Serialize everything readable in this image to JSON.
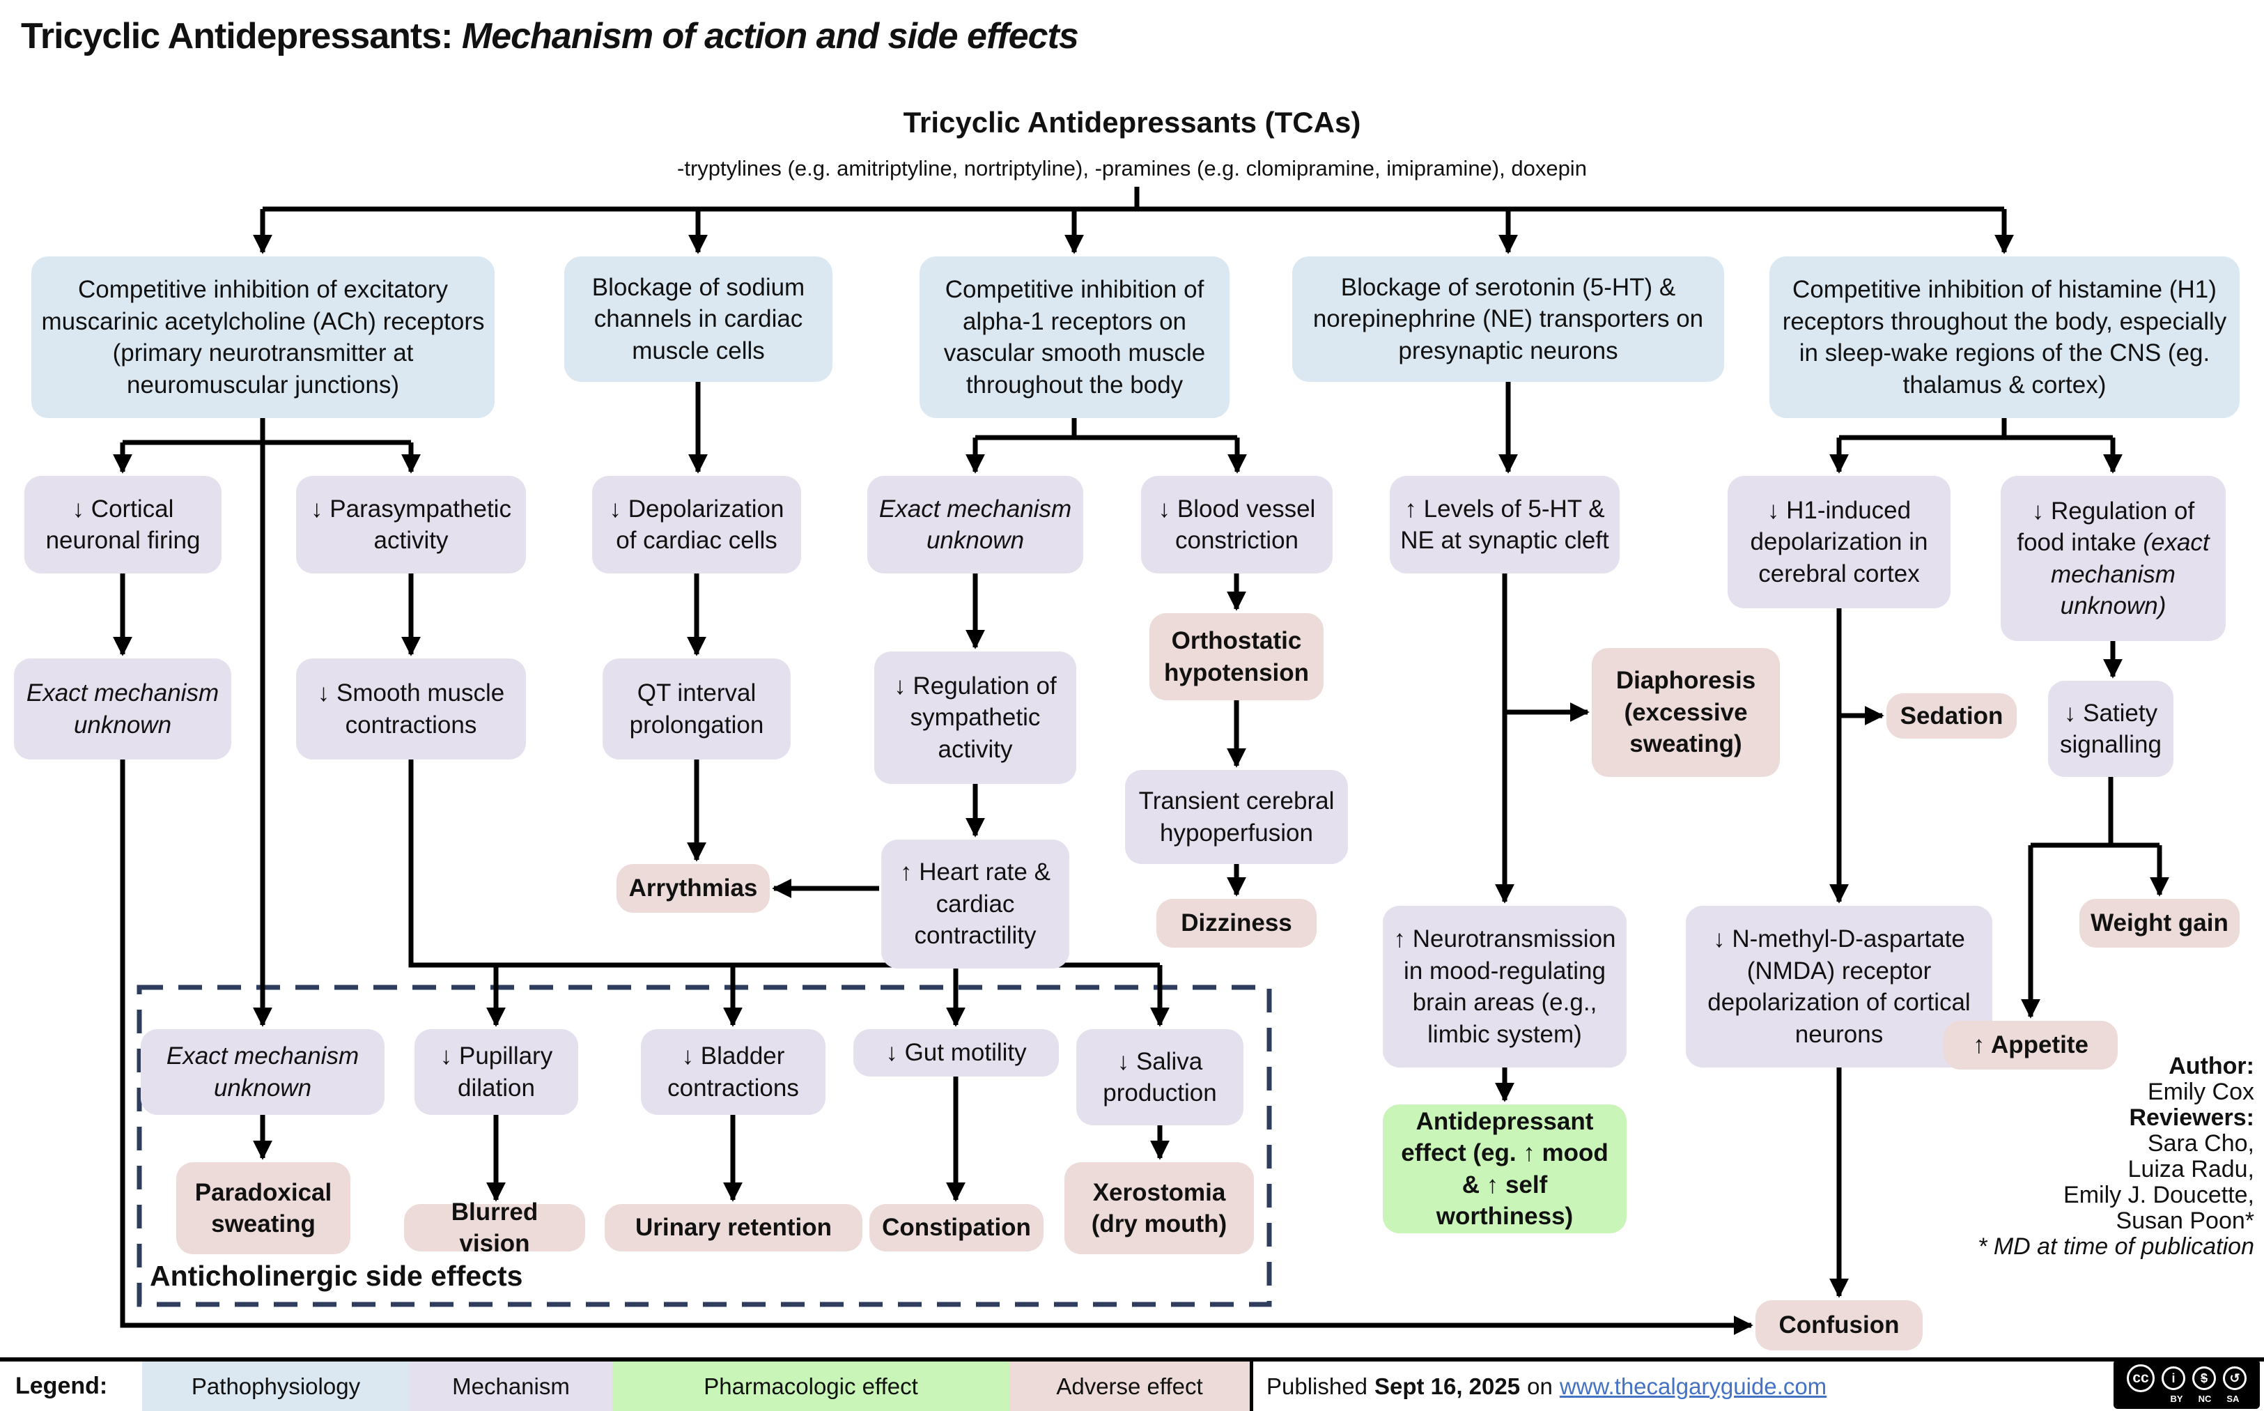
{
  "title": {
    "main": "Tricyclic Antidepressants: ",
    "italic": "Mechanism of action and side effects"
  },
  "header": {
    "heading": "Tricyclic Antidepressants (TCAs)",
    "subtitle": "-tryptylines (e.g. amitriptyline, nortriptyline), -pramines (e.g. clomipramine, imipramine), doxepin"
  },
  "colors": {
    "pathophysiology": "#dbe8f2",
    "mechanism": "#e4e0ee",
    "pharmacologic_effect": "#c9f5b8",
    "adverse_effect": "#ecdbd8",
    "dashed_border": "#2e3c5e",
    "link": "#4472c4"
  },
  "nodes": {
    "r1_muscarinic": "Competitive inhibition of excitatory muscarinic acetylcholine (ACh) receptors (primary neurotransmitter at neuromuscular junctions)",
    "r1_sodium": "Blockage of sodium channels in cardiac muscle cells",
    "r1_alpha1": "Competitive inhibition of alpha-1 receptors on vascular smooth muscle throughout the body",
    "r1_sert": "Blockage of serotonin (5-HT) & norepinephrine (NE) transporters on presynaptic neurons",
    "r1_histamine": "Competitive inhibition of histamine (H1) receptors throughout the body, especially in sleep-wake regions of the CNS (eg. thalamus & cortex)",
    "cortical": "↓ Cortical neuronal firing",
    "parasympathetic": "↓ Parasympathetic activity",
    "depolarization": "↓ Depolarization of cardiac cells",
    "exact_unknown_mid": "Exact mechanism unknown",
    "blood_vessel": "↓ Blood vessel constriction",
    "levels_5ht": "↑ Levels of 5-HT & NE at synaptic cleft",
    "h1_induced": "↓ H1-induced depolarization in cerebral cortex",
    "food_intake": {
      "text": "↓ Regulation of food intake ",
      "em": "(exact mechanism unknown)"
    },
    "exact_unknown_left": "Exact mechanism unknown",
    "smooth_muscle": "↓ Smooth muscle contractions",
    "qt_interval": "QT interval prolongation",
    "sympathetic_reg": "↓ Regulation of sympathetic activity",
    "orthostatic": "Orthostatic hypotension",
    "diaphoresis": "Diaphoresis (excessive sweating)",
    "sedation": "Sedation",
    "satiety": "↓ Satiety signalling",
    "transient": "Transient cerebral hypoperfusion",
    "heart_rate": "↑ Heart rate & cardiac contractility",
    "arrythmias": "Arrythmias",
    "dizziness": "Dizziness",
    "neurotransmission": "↑ Neurotransmission in mood-regulating brain areas (e.g., limbic system)",
    "nmda": "↓ N-methyl-D-aspartate (NMDA) receptor depolarization of cortical neurons",
    "weight_gain": "Weight gain",
    "appetite": "↑ Appetite",
    "antidepressant": "Antidepressant effect (eg. ↑ mood & ↑ self worthiness)",
    "confusion": "Confusion",
    "exact_unknown_antichol": "Exact mechanism unknown",
    "pupillary": "↓ Pupillary dilation",
    "bladder": "↓ Bladder contractions",
    "gut": "↓ Gut motility",
    "saliva": "↓ Saliva production",
    "paradoxical": "Paradoxical sweating",
    "blurred": "Blurred vision",
    "urinary": "Urinary retention",
    "constipation": "Constipation",
    "xerostomia": "Xerostomia (dry mouth)"
  },
  "anticholinergic_label": "Anticholinergic side effects",
  "author_block": {
    "author_label": "Author:",
    "author": "Emily Cox",
    "reviewers_label": "Reviewers:",
    "reviewers": [
      "Sara Cho,",
      "Luiza Radu,",
      "Emily J. Doucette,",
      "Susan Poon*"
    ],
    "footnote": "* MD at time of publication"
  },
  "legend": {
    "label": "Legend:",
    "items": [
      {
        "label": "Pathophysiology",
        "color": "#dbe8f2"
      },
      {
        "label": "Mechanism",
        "color": "#e4e0ee"
      },
      {
        "label": "Pharmacologic effect",
        "color": "#c9f5b8"
      },
      {
        "label": "Adverse effect",
        "color": "#ecdbd8"
      }
    ]
  },
  "footer": {
    "published_prefix": "Published",
    "published_date": "Sept 16, 2025",
    "published_mid": "on",
    "link": "www.thecalgaryguide.com"
  },
  "cc": {
    "cc": "cc",
    "icons": [
      "i",
      "$",
      "↺"
    ],
    "labels": [
      "BY",
      "NC",
      "SA"
    ]
  }
}
